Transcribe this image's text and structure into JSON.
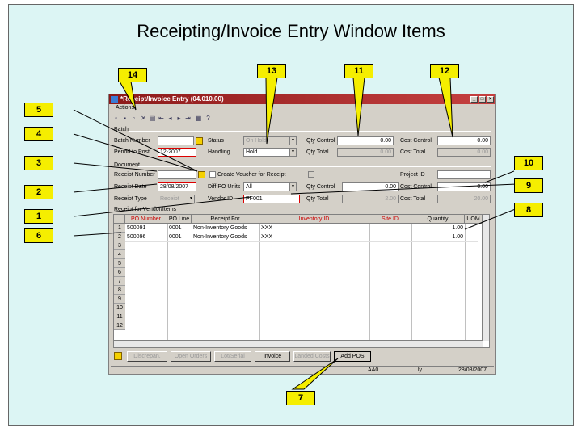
{
  "slide": {
    "title": "Receipting/Invoice Entry Window Items"
  },
  "window": {
    "title": "*Receipt/Invoice Entry (04.010.00)",
    "menu_actions": "Actions"
  },
  "batch": {
    "section": "Batch",
    "batch_number_label": "Batch Number",
    "period_to_post_label": "Period to Post",
    "period_to_post_value": "12-2007",
    "status_label": "Status",
    "status_value": "On Hold",
    "handling_label": "Handling",
    "handling_value": "Hold",
    "qty_control_label": "Qty Control",
    "qty_control_value": "0.00",
    "qty_total_label": "Qty Total",
    "qty_total_value": "0.00",
    "cost_control_label": "Cost Control",
    "cost_control_value": "0.00",
    "cost_total_label": "Cost Total",
    "cost_total_value": "0.00"
  },
  "document": {
    "section": "Document",
    "receipt_number_label": "Receipt Number",
    "create_voucher_label": "Create Voucher for Receipt",
    "project_id_label": "Project ID",
    "receipt_date_label": "Receipt Date",
    "receipt_date_value": "28/08/2007",
    "diff_po_units_label": "Diff PO Units",
    "diff_po_units_value": "All",
    "qty_control_label": "Qty Control",
    "qty_control_value": "0.00",
    "cost_control_label": "Cost Control",
    "cost_control_value": "0.00",
    "receipt_type_label": "Receipt Type",
    "receipt_type_value": "Receipt",
    "vendor_id_label": "Vendor ID",
    "vendor_id_value": "PF001",
    "qty_total_label": "Qty Total",
    "qty_total_value": "2.00",
    "cost_total_label": "Cost Total",
    "cost_total_value": "20.00"
  },
  "grid": {
    "caption": "Receipt for Vendor/Items",
    "headers": [
      "PO Number",
      "PO Line",
      "Receipt For",
      "Inventory ID",
      "Site ID",
      "Quantity",
      "UOM"
    ],
    "rows": [
      [
        "500091",
        "0001",
        "Non-Inventory Goods",
        "XXX",
        "",
        "1.00",
        ""
      ],
      [
        "500096",
        "0001",
        "Non-Inventory Goods",
        "XXX",
        "",
        "1.00",
        ""
      ]
    ],
    "row_numbers": [
      "1",
      "2",
      "3",
      "4",
      "5",
      "6",
      "7",
      "8",
      "9",
      "10",
      "11",
      "12"
    ]
  },
  "buttons": {
    "b1": "Discrepan.",
    "b2": "Open Orders",
    "b3": "Lot/Serial",
    "invoice": "Invoice",
    "b5": "Landed Costs",
    "add_pos": "Add POS"
  },
  "statusbar": {
    "mode": "AA0",
    "user": "ly",
    "date": "28/08/2007"
  },
  "callouts": [
    "1",
    "2",
    "3",
    "4",
    "5",
    "6",
    "7",
    "8",
    "9",
    "10",
    "11",
    "12",
    "13",
    "14"
  ]
}
